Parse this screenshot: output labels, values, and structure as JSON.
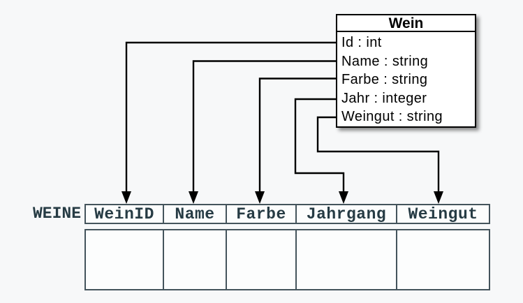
{
  "colors": {
    "background": "#f7f8f9",
    "diagram_line": "#000000",
    "box_fill": "#ffffff",
    "box_border": "#000000",
    "table_border": "#44545c",
    "table_text": "#263b44",
    "cell_fill": "#fcfdfd"
  },
  "class_box": {
    "title": "Wein",
    "attributes": [
      "Id : int",
      "Name : string",
      "Farbe : string",
      "Jahr : integer",
      "Weingut : string"
    ]
  },
  "table": {
    "label": "WEINE",
    "columns": [
      "WeinID",
      "Name",
      "Farbe",
      "Jahrgang",
      "Weingut"
    ],
    "empty_body_rows": 1
  },
  "mappings": [
    {
      "from_attribute": "Id",
      "to_column": "WeinID"
    },
    {
      "from_attribute": "Name",
      "to_column": "Name"
    },
    {
      "from_attribute": "Farbe",
      "to_column": "Farbe"
    },
    {
      "from_attribute": "Jahr",
      "to_column": "Jahrgang"
    },
    {
      "from_attribute": "Weingut",
      "to_column": "Weingut"
    }
  ]
}
